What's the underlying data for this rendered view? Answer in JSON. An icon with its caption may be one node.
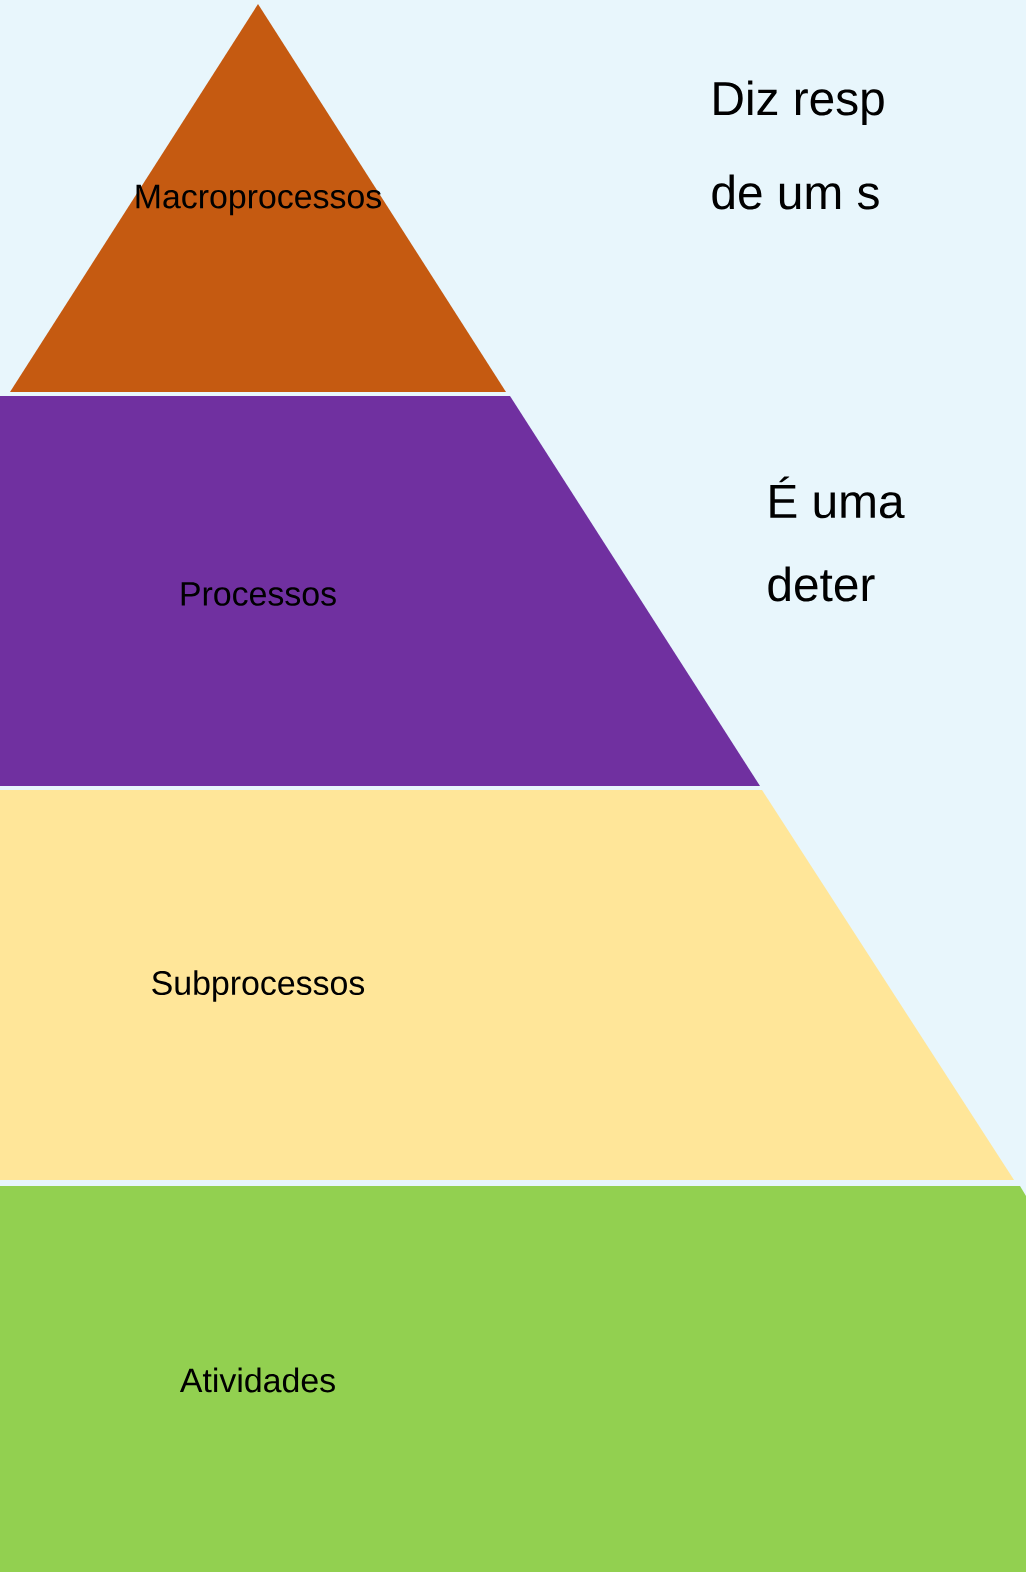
{
  "diagram": {
    "nodes": [
      {
        "text": [
          "Macroprocessos"
        ]
      },
      {
        "text": [
          "Processos"
        ]
      },
      {
        "text": [
          "Subprocessos"
        ]
      },
      {
        "text": [
          "Atividades"
        ]
      }
    ],
    "labels": [
      "Diz resp",
      "de um s",
      "É uma",
      "deter"
    ]
  }
}
